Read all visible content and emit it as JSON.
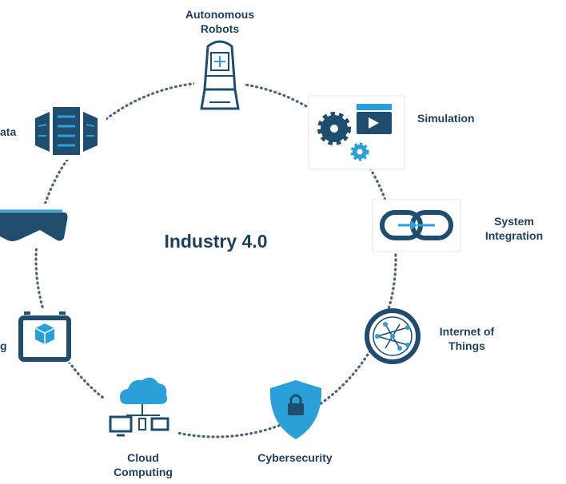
{
  "title": "Industry 4.0",
  "nodes": [
    {
      "key": "autonomous-robots",
      "label": "Autonomous\nRobots",
      "icon": "autonomous-vehicle-icon"
    },
    {
      "key": "simulation",
      "label": "Simulation",
      "icon": "gears-and-video-icon"
    },
    {
      "key": "system-integration",
      "label": "System\nIntegration",
      "icon": "linked-chain-icon"
    },
    {
      "key": "internet-of-things",
      "label": "Internet of\nThings",
      "icon": "network-globe-icon"
    },
    {
      "key": "cybersecurity",
      "label": "Cybersecurity",
      "icon": "shield-lock-icon"
    },
    {
      "key": "cloud-computing",
      "label": "Cloud\nComputing",
      "icon": "cloud-devices-icon"
    },
    {
      "key": "additive-manufacturing",
      "label": "g",
      "icon": "3d-printer-cube-icon"
    },
    {
      "key": "augmented-reality",
      "label": "",
      "icon": "vr-headset-icon"
    },
    {
      "key": "big-data",
      "label": "ata",
      "icon": "server-racks-icon"
    }
  ],
  "colors": {
    "dark": "#1e4d6e",
    "accent": "#2a9fd8",
    "text": "#1e3f5c",
    "ring": "#4a6478"
  }
}
